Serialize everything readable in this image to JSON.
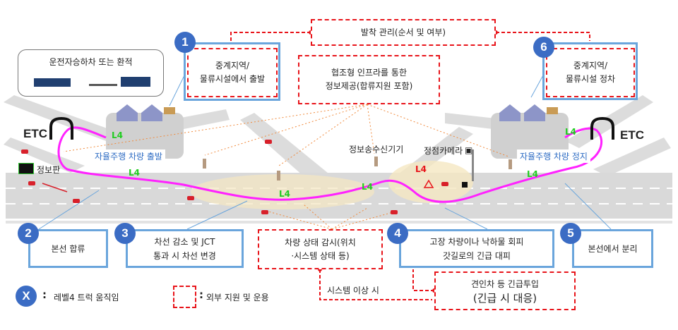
{
  "top_box": {
    "label": "발착 관리(순서 및 여부)"
  },
  "info_box": {
    "line1": "협조형 인프라를 통한",
    "line2": "정보제공(합류지원 포함)"
  },
  "bubble": {
    "label": "운전자승하차 또는 환적"
  },
  "steps": [
    {
      "num": "1",
      "line1": "중계지역/",
      "line2": "물류시설에서 출발"
    },
    {
      "num": "2",
      "line1": "본선 합류",
      "line2": ""
    },
    {
      "num": "3",
      "line1": "차선 감소 및 JCT",
      "line2": "통과 시 차선 변경"
    },
    {
      "num": "4",
      "line1": "고장 차량이나 낙하물 회피",
      "line2": "갓길로의 긴급 대피"
    },
    {
      "num": "5",
      "line1": "본선에서 분리",
      "line2": ""
    },
    {
      "num": "6",
      "line1": "중계지역/",
      "line2": "물류시설 정차"
    }
  ],
  "monitor_box": {
    "line1": "차량 상태 감시(위치",
    "line2": "·시스템 상태 등)"
  },
  "emergency_box": {
    "line1": "견인차 등 긴급투입",
    "line2": "(긴급 시 대응)"
  },
  "system_fault_label": "시스템 이상 시",
  "map_labels": {
    "etc_left": "ETC",
    "etc_right": "ETC",
    "etc_gate": "ETC",
    "info_board": "정보판",
    "depart": "자율주행 차량 출발",
    "stop": "자율주행 차량 정지",
    "transceiver": "정보송수신기기",
    "camera": "정점카메라",
    "l4": "L4"
  },
  "legend": {
    "circle_symbol": "X",
    "circle_text": "레벨4 트럭 움직임",
    "dashed_text": "외부 지원 및 운용",
    "colon": ":"
  },
  "colors": {
    "red_dashed": "#e8141a",
    "blue_box": "#6aa5dc",
    "circle": "#3b6cc4",
    "truck_path": "#ff22ff",
    "road": "#d9d9d9",
    "l4": "#22cc22"
  }
}
